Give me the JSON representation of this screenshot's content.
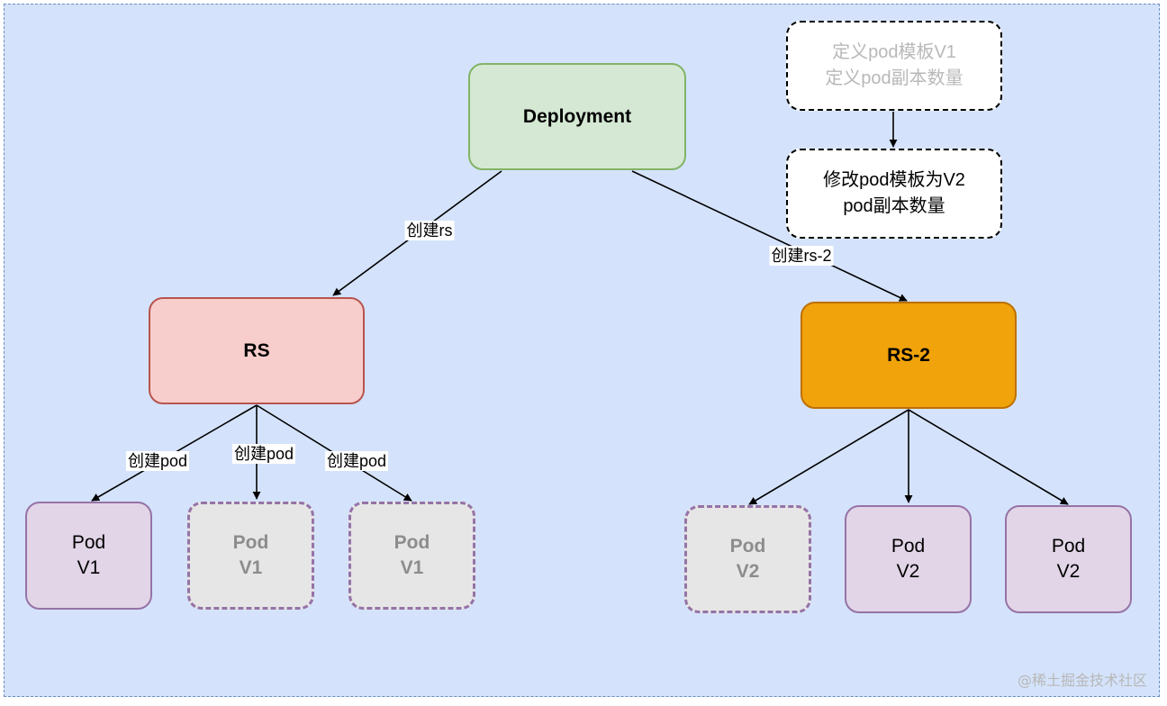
{
  "nodes": {
    "deployment": "Deployment",
    "rs": "RS",
    "rs2": "RS-2",
    "note_old": "定义pod模板V1\n定义pod副本数量",
    "note_new": "修改pod模板为V2\npod副本数量",
    "pods": [
      {
        "label": "Pod\nV1",
        "state": "active"
      },
      {
        "label": "Pod\nV1",
        "state": "ghost"
      },
      {
        "label": "Pod\nV1",
        "state": "ghost"
      },
      {
        "label": "Pod\nV2",
        "state": "ghost"
      },
      {
        "label": "Pod\nV2",
        "state": "active"
      },
      {
        "label": "Pod\nV2",
        "state": "active"
      }
    ]
  },
  "edge_labels": {
    "create_rs": "创建rs",
    "create_rs2": "创建rs-2",
    "create_pod_1": "创建pod",
    "create_pod_2": "创建pod",
    "create_pod_3": "创建pod"
  },
  "watermark": "@稀土掘金技术社区",
  "colors": {
    "background": "#d4e3fb",
    "deployment_fill": "#d5e8d4",
    "rs_fill": "#f8cecc",
    "rs2_fill": "#f0a30a",
    "pod_fill": "#e1d5e7",
    "pod_ghost_fill": "#e6e6e6"
  }
}
